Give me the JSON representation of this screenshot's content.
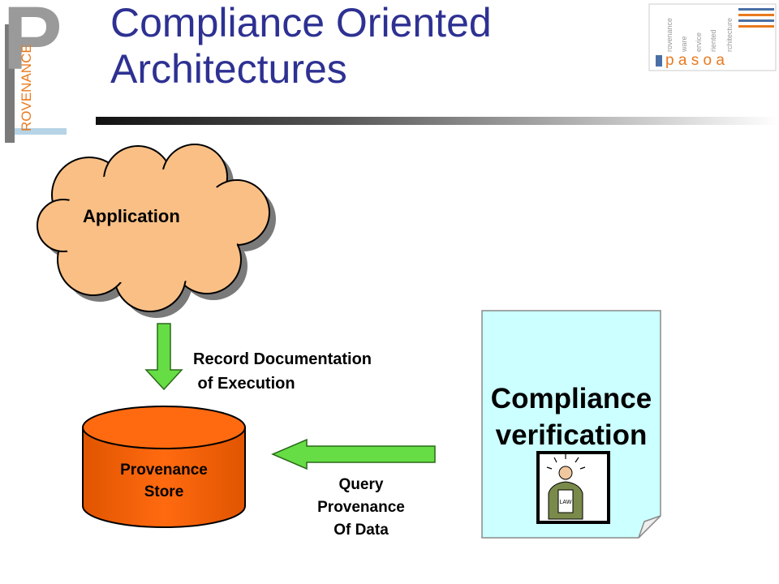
{
  "header": {
    "title_line1": "Compliance Oriented",
    "title_line2": "Architectures",
    "left_logo": {
      "letter": "P",
      "vertical_text": "ROVENANCE"
    },
    "right_logo": {
      "wordmark": "p a s o a",
      "vertical_words": [
        "rovenance",
        "ware",
        "ervice",
        "riented",
        "rchitecture"
      ]
    }
  },
  "diagram": {
    "application_label": "Application",
    "record_label_line1": "Record Documentation",
    "record_label_line2": " of Execution",
    "store_label_line1": "Provenance",
    "store_label_line2": "Store",
    "query_label_line1": "Query",
    "query_label_line2": "Provenance",
    "query_label_line3": "Of Data",
    "compliance_label_line1": "Compliance",
    "compliance_label_line2": "verification",
    "clipart_text": "LAW"
  },
  "colors": {
    "title": "#2e3192",
    "cloud_fill": "#f9bf85",
    "cylinder_fill": "#ff6600",
    "arrow_fill": "#66dd44",
    "document_fill": "#ccffff",
    "logo_orange": "#e97a1e",
    "logo_blue": "#4a6fa5"
  }
}
